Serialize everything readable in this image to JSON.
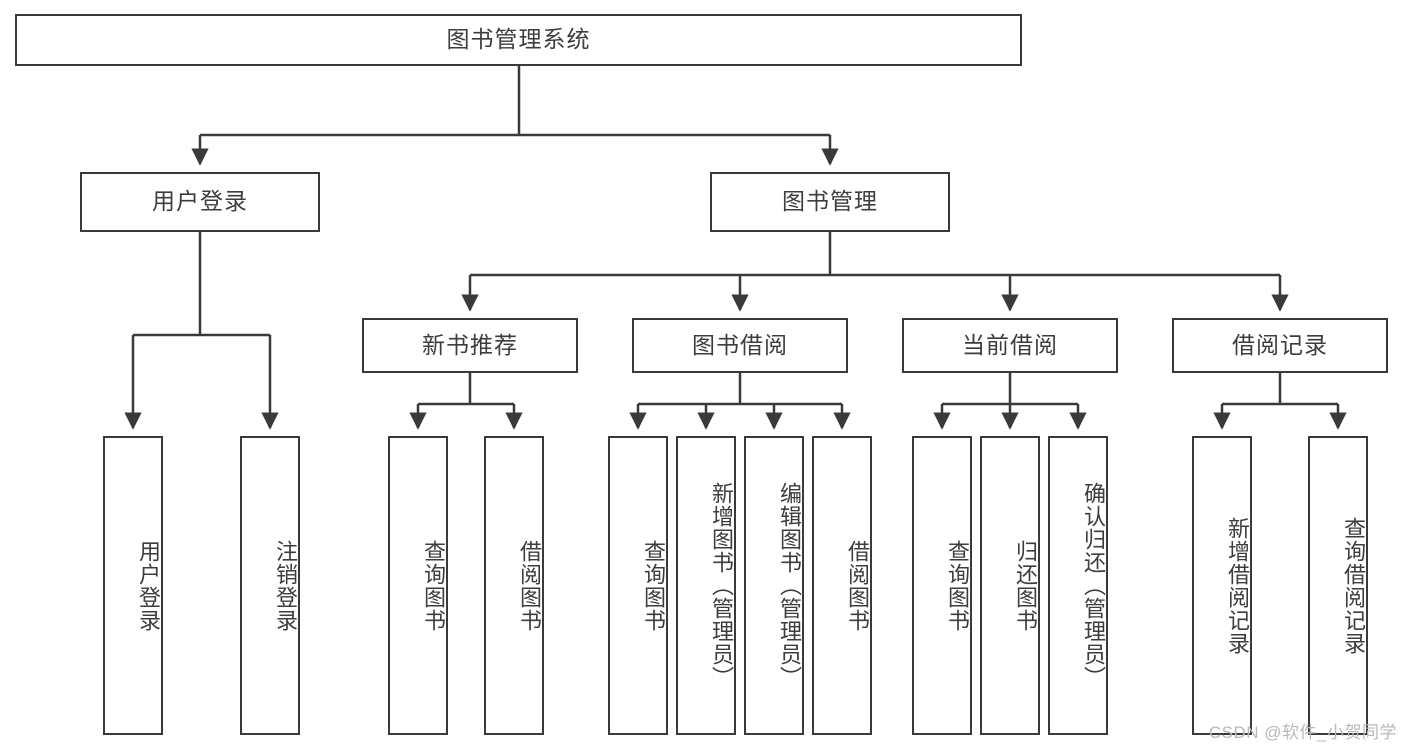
{
  "diagram": {
    "title": "图书管理系统",
    "type": "tree-hierarchy",
    "colors": {
      "stroke": "#3a3a3a",
      "fill": "#ffffff",
      "text": "#3d3d3d",
      "watermark": "#b9b9b9"
    },
    "watermark": "CSDN @软件_小贺同学",
    "root": {
      "label": "图书管理系统"
    },
    "level2": [
      {
        "label": "用户登录"
      },
      {
        "label": "图书管理"
      }
    ],
    "level3": [
      {
        "label": "新书推荐"
      },
      {
        "label": "图书借阅"
      },
      {
        "label": "当前借阅"
      },
      {
        "label": "借阅记录"
      }
    ],
    "leaves": {
      "user_login": [
        {
          "label": "用户登录"
        },
        {
          "label": "注销登录"
        }
      ],
      "new_book": [
        {
          "label": "查询图书"
        },
        {
          "label": "借阅图书"
        }
      ],
      "borrow_book": [
        {
          "label": "查询图书"
        },
        {
          "label": "新增图书（管理员）"
        },
        {
          "label": "编辑图书（管理员）"
        },
        {
          "label": "借阅图书"
        }
      ],
      "current_borrow": [
        {
          "label": "查询图书"
        },
        {
          "label": "归还图书"
        },
        {
          "label": "确认归还（管理员）"
        }
      ],
      "borrow_record": [
        {
          "label": "新增借阅记录"
        },
        {
          "label": "查询借阅记录"
        }
      ]
    }
  }
}
